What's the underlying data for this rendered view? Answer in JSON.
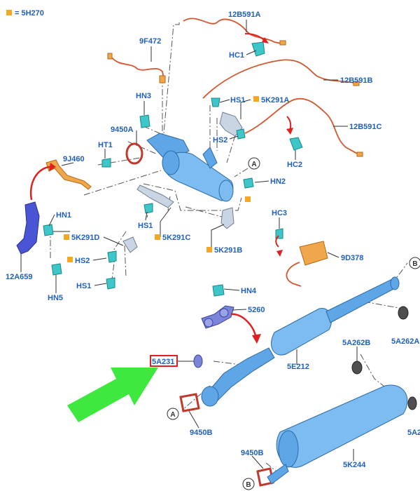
{
  "legend": {
    "text": "= 5H270",
    "swatch_color": "#f5a623"
  },
  "colors": {
    "label": "#1f5fbf",
    "square": "#f5a623",
    "arrow_red": "#e02020",
    "arrow_green": "#3ee83e",
    "highlight": "#e02020"
  },
  "labels": {
    "l_12B591A": "12B591A",
    "l_HC1": "HC1",
    "l_9F472": "9F472",
    "l_12B591B": "12B591B",
    "l_HN3": "HN3",
    "l_HS1_top": "HS1",
    "l_5K291A": "5K291A",
    "l_12B591C": "12B591C",
    "l_9450A": "9450A",
    "l_HT1": "HT1",
    "l_HS2_top": "HS2",
    "l_HC2": "HC2",
    "l_9J460": "9J460",
    "l_HN2": "HN2",
    "l_HN1": "HN1",
    "l_5K291D": "5K291D",
    "l_HS1_mid": "HS1",
    "l_5K291C": "5K291C",
    "l_5K291B": "5K291B",
    "l_HC3": "HC3",
    "l_HS2_low": "HS2",
    "l_9D378": "9D378",
    "l_12A659": "12A659",
    "l_HN5": "HN5",
    "l_HS1_low": "HS1",
    "l_HN4": "HN4",
    "l_5260": "5260",
    "l_5A262B": "5A262B",
    "l_5A262A": "5A262A",
    "l_5A231": "5A231",
    "l_5E212": "5E212",
    "l_9450B_a": "9450B",
    "l_9450B_b": "9450B",
    "l_5K244": "5K244",
    "l_5A_edge": "5A2"
  },
  "circles": {
    "c_A_top": "A",
    "c_B_right": "B",
    "c_A_low": "A",
    "c_B_bottom": "B"
  }
}
